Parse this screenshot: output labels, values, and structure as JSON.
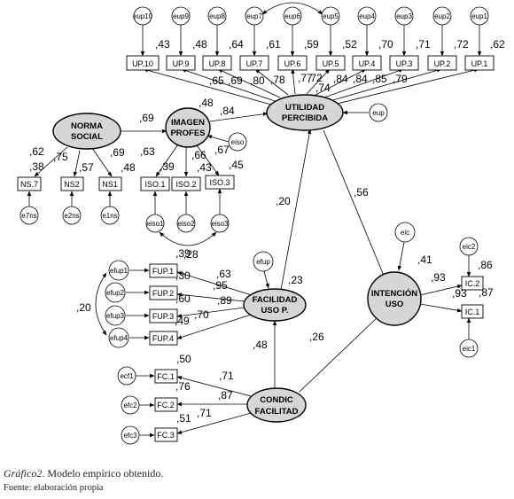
{
  "latents": {
    "norma": [
      "NORMA",
      "SOCIAL"
    ],
    "imagen": [
      "IMAGEN",
      "PROFES"
    ],
    "utilidad": [
      "UTILIDAD",
      "PERCIBIDA"
    ],
    "intencion": [
      "INTENCIÓN",
      "USO"
    ],
    "facilidad": [
      "FACILIDAD",
      "USO P."
    ],
    "condic": [
      "CONDIC",
      "FACILITAD"
    ]
  },
  "indicators": {
    "up": [
      "UP.10",
      "UP.9",
      "UP.8",
      "UP.7",
      "UP.6",
      "UP.5",
      "UP.4",
      "UP.3",
      "UP.2",
      "UP.1"
    ],
    "ns": [
      "NS.7",
      "NS2",
      "NS1"
    ],
    "iso": [
      "ISO.1",
      "ISO.2",
      "ISO.3"
    ],
    "fup": [
      "FUP.1",
      "FUP.2",
      "FUP.3",
      "FUP.4"
    ],
    "ic": [
      "IC.2",
      "IC.1"
    ],
    "fc": [
      "FC.1",
      "FC.2",
      "FC.3"
    ]
  },
  "errors": {
    "up": [
      "eup10",
      "eup9",
      "eup8",
      "eup7",
      "eup6",
      "eup5",
      "eup4",
      "eup3",
      "eup2",
      "eup1"
    ],
    "eup": "eup",
    "ns": [
      "e7ns",
      "e2ns",
      "e1ns"
    ],
    "eiso": "eiso",
    "iso": [
      "eiso1",
      "eiso2",
      "eiso3"
    ],
    "fup": [
      "efup1",
      "efup2",
      "efup3",
      "efup4"
    ],
    "efup": "efup",
    "eic": "eic",
    "ic": [
      "eic2",
      "eic1"
    ],
    "fc": [
      "ecf1",
      "efc2",
      "efc3"
    ]
  },
  "coefficients": {
    "up_r2": [
      ",43",
      ",48",
      ",64",
      ",61",
      ",59",
      ",52",
      ",70",
      ",71",
      ",72",
      ",62"
    ],
    "up_load": [
      ",65",
      ",69",
      ",80",
      ",78",
      ",77",
      ",72",
      ",84",
      ",84",
      ",85",
      ",79"
    ],
    "up_corr": ",74",
    "norma_imagen": ",69",
    "imagen_r2": ",48",
    "imagen_utilidad": ",84",
    "ns_r2": [
      ",62",
      ",57",
      ",69"
    ],
    "ns_load": [
      ",38",
      ",75",
      ",48"
    ],
    "iso_r2": [
      ",63",
      ",66",
      ",67"
    ],
    "iso_load": [
      ",39",
      ",43",
      ",45"
    ],
    "facilidad_utilidad": ",20",
    "utilidad_intencion": ",56",
    "facilidad_r2": ",23",
    "intencion_r2": ",41",
    "ic_load": [
      ",93",
      ",93"
    ],
    "ic_r2": [
      ",86",
      ",87"
    ],
    "fup_r2": [
      ",39",
      ",30",
      ",60",
      ",49"
    ],
    "fup_load": [
      ",28",
      ",63",
      ",95",
      ",89",
      ",70"
    ],
    "fup_corr": ",20",
    "condic_facilidad": ",48",
    "condic_intencion": ",26",
    "fc_r2": [
      ",50",
      ",76",
      ",51"
    ],
    "fc_load": [
      ",71",
      ",87",
      ",71"
    ]
  },
  "caption": {
    "label": "Gráfico2",
    "text": ". Modelo empírico obtenido.",
    "source": "Fuente: elaboración propia"
  }
}
